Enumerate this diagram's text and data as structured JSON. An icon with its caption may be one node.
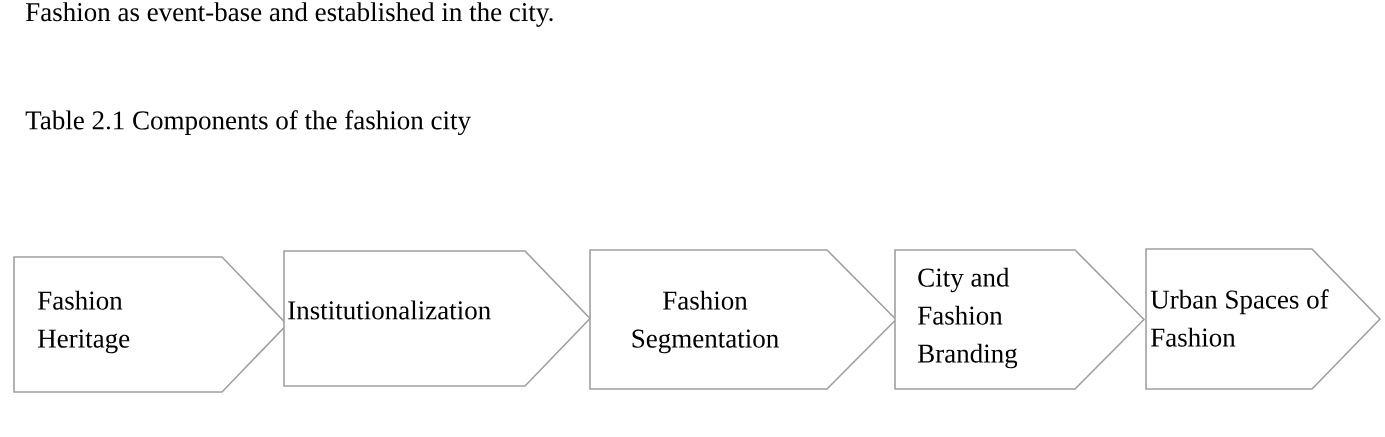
{
  "diagram": {
    "title": "Table 2.1 Components of the fashion city",
    "nodes": [
      {
        "text": [
          "Fashion Heritage"
        ]
      },
      {
        "text": [
          "Institutionalization"
        ]
      },
      {
        "text": [
          "Fashion Segmentation"
        ]
      },
      {
        "text": [
          "City and Fashion Branding"
        ]
      },
      {
        "text": [
          "Urban Spaces of Fashion"
        ]
      }
    ],
    "labels": [
      "Fashion as event-base and established in the city."
    ]
  }
}
